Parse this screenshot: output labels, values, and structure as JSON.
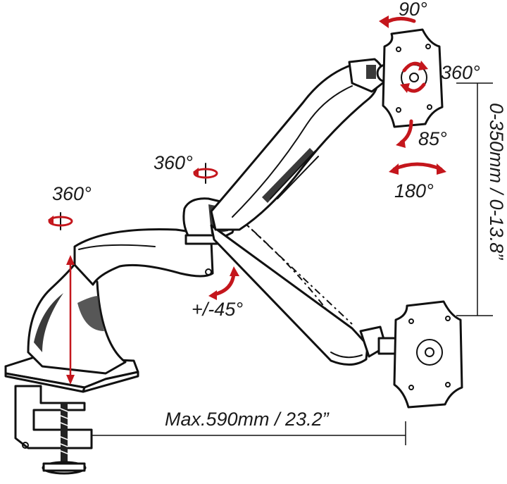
{
  "labels": {
    "tilt": "90°",
    "monitor_rotation": "360°",
    "tilt_down": "85°",
    "swivel": "180°",
    "arm_joint_rotation": "360°",
    "base_rotation": "360°",
    "elbow_tilt": "+/-45°",
    "height_range": "0-350mm / 0-13.8”",
    "reach": "Max.590mm / 23.2”"
  },
  "colors": {
    "rotation_arrow": "#c4161c",
    "line_art": "#111111"
  }
}
